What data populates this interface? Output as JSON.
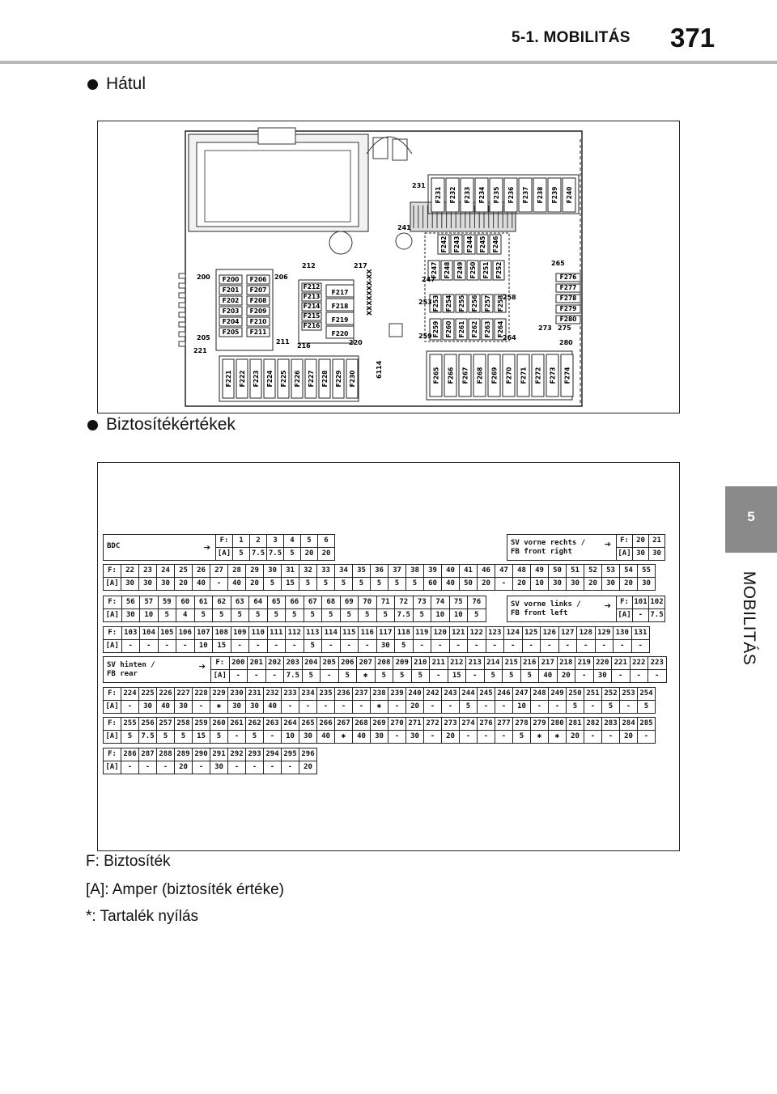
{
  "header": {
    "section_title": "5-1. MOBILITÁS",
    "page_number": "371"
  },
  "side_tab": {
    "number": "5",
    "label": "MOBILITÁS"
  },
  "sections": {
    "rear": "Hátul",
    "values": "Biztosítékértékek"
  },
  "diagram": {
    "cols_top": [
      "F231",
      "F232",
      "F233",
      "F234",
      "F235",
      "F236",
      "F237",
      "F238",
      "F239",
      "F240"
    ],
    "left_col_a": [
      "F200",
      "F201",
      "F202",
      "F203",
      "F204",
      "F205"
    ],
    "left_col_b": [
      "F206",
      "F207",
      "F208",
      "F209",
      "F210",
      "F211"
    ],
    "mid_col_a": [
      "F212",
      "F213",
      "F214",
      "F215",
      "F216"
    ],
    "mid_col_b": [
      "F217",
      "F218",
      "F219",
      "F220"
    ],
    "bottom_a": [
      "F221",
      "F222",
      "F223",
      "F224",
      "F225",
      "F226",
      "F227",
      "F228",
      "F229",
      "F230"
    ],
    "right_mid_a": [
      "F242",
      "F243",
      "F244",
      "F245",
      "F246"
    ],
    "right_mid_b": [
      "F247",
      "F248",
      "F249",
      "F250",
      "F251",
      "F252"
    ],
    "right_mid_c": [
      "F253",
      "F254",
      "F255",
      "F256",
      "F257",
      "F258"
    ],
    "right_mid_d": [
      "F259",
      "F260",
      "F261",
      "F262",
      "F263",
      "F264"
    ],
    "right_side": [
      "F276",
      "F277",
      "F278",
      "F279",
      "F280"
    ],
    "bottom_b": [
      "F265",
      "F266",
      "F267",
      "F268",
      "F269",
      "F270",
      "F271",
      "F272",
      "F273",
      "F274"
    ],
    "callouts": [
      "200",
      "205",
      "206",
      "211",
      "212",
      "217",
      "216",
      "220",
      "221",
      "231",
      "241",
      "247",
      "253",
      "258",
      "259",
      "264",
      "265",
      "273",
      "275",
      "280",
      "6114",
      "XXXXXXX-XX"
    ]
  },
  "tables": {
    "bdc": {
      "label": "BDC",
      "f": [
        "F:",
        "1",
        "2",
        "3",
        "4",
        "5",
        "6"
      ],
      "a": [
        "[A]",
        "5",
        "7.5",
        "7.5",
        "5",
        "20",
        "20"
      ]
    },
    "front_right": {
      "label": "SV vorne rechts /\nFB front right",
      "f": [
        "F:",
        "20",
        "21"
      ],
      "a": [
        "[A]",
        "30",
        "30"
      ]
    },
    "row1": {
      "f": [
        "F:",
        "22",
        "23",
        "24",
        "25",
        "26",
        "27",
        "28",
        "29",
        "30",
        "31",
        "32",
        "33",
        "34",
        "35",
        "36",
        "37",
        "38",
        "39",
        "40",
        "41",
        "46",
        "47",
        "48",
        "49",
        "50",
        "51",
        "52",
        "53",
        "54",
        "55"
      ],
      "a": [
        "[A]",
        "30",
        "30",
        "30",
        "20",
        "40",
        "-",
        "40",
        "20",
        "5",
        "15",
        "5",
        "5",
        "5",
        "5",
        "5",
        "5",
        "5",
        "60",
        "40",
        "50",
        "20",
        "-",
        "20",
        "10",
        "30",
        "30",
        "20",
        "30",
        "20",
        "30"
      ]
    },
    "row2": {
      "f": [
        "F:",
        "56",
        "57",
        "59",
        "60",
        "61",
        "62",
        "63",
        "64",
        "65",
        "66",
        "67",
        "68",
        "69",
        "70",
        "71",
        "72",
        "73",
        "74",
        "75",
        "76"
      ],
      "a": [
        "[A]",
        "30",
        "10",
        "5",
        "4",
        "5",
        "5",
        "5",
        "5",
        "5",
        "5",
        "5",
        "5",
        "5",
        "5",
        "5",
        "7.5",
        "5",
        "10",
        "10",
        "5"
      ]
    },
    "front_left": {
      "label": "SV vorne links /\nFB front left",
      "f": [
        "F:",
        "101",
        "102"
      ],
      "a": [
        "[A]",
        "-",
        "7.5"
      ]
    },
    "row3": {
      "f": [
        "F:",
        "103",
        "104",
        "105",
        "106",
        "107",
        "108",
        "109",
        "110",
        "111",
        "112",
        "113",
        "114",
        "115",
        "116",
        "117",
        "118",
        "119",
        "120",
        "121",
        "122",
        "123",
        "124",
        "125",
        "126",
        "127",
        "128",
        "129",
        "130",
        "131"
      ],
      "a": [
        "[A]",
        "-",
        "-",
        "-",
        "-",
        "10",
        "15",
        "-",
        "-",
        "-",
        "-",
        "5",
        "-",
        "-",
        "-",
        "30",
        "5",
        "-",
        "-",
        "-",
        "-",
        "-",
        "-",
        "-",
        "-",
        "-",
        "-",
        "-",
        "-",
        "-"
      ]
    },
    "rear": {
      "label": "SV hinten /\nFB rear",
      "f": [
        "F:",
        "200",
        "201",
        "202",
        "203",
        "204",
        "205",
        "206",
        "207",
        "208",
        "209",
        "210",
        "211",
        "212",
        "213",
        "214",
        "215",
        "216",
        "217",
        "218",
        "219",
        "220",
        "221",
        "222",
        "223"
      ],
      "a": [
        "[A]",
        "-",
        "-",
        "-",
        "7.5",
        "5",
        "-",
        "5",
        "✱",
        "5",
        "5",
        "5",
        "-",
        "15",
        "-",
        "5",
        "5",
        "5",
        "40",
        "20",
        "-",
        "30",
        "-",
        "-",
        "-"
      ]
    },
    "row4": {
      "f": [
        "F:",
        "224",
        "225",
        "226",
        "227",
        "228",
        "229",
        "230",
        "231",
        "232",
        "233",
        "234",
        "235",
        "236",
        "237",
        "238",
        "239",
        "240",
        "242",
        "243",
        "244",
        "245",
        "246",
        "247",
        "248",
        "249",
        "250",
        "251",
        "252",
        "253",
        "254"
      ],
      "a": [
        "[A]",
        "-",
        "30",
        "40",
        "30",
        "-",
        "✱",
        "30",
        "30",
        "40",
        "-",
        "-",
        "-",
        "-",
        "-",
        "✱",
        "-",
        "20",
        "-",
        "-",
        "5",
        "-",
        "-",
        "10",
        "-",
        "-",
        "5",
        "-",
        "5",
        "-",
        "5"
      ]
    },
    "row5": {
      "f": [
        "F:",
        "255",
        "256",
        "257",
        "258",
        "259",
        "260",
        "261",
        "262",
        "263",
        "264",
        "265",
        "266",
        "267",
        "268",
        "269",
        "270",
        "271",
        "272",
        "273",
        "274",
        "276",
        "277",
        "278",
        "279",
        "280",
        "281",
        "282",
        "283",
        "284",
        "285"
      ],
      "a": [
        "[A]",
        "5",
        "7.5",
        "5",
        "5",
        "15",
        "5",
        "-",
        "5",
        "-",
        "10",
        "30",
        "40",
        "✱",
        "40",
        "30",
        "-",
        "30",
        "-",
        "20",
        "-",
        "-",
        "-",
        "5",
        "✱",
        "✱",
        "20",
        "-",
        "-",
        "20",
        "-"
      ]
    },
    "row6": {
      "f": [
        "F:",
        "286",
        "287",
        "288",
        "289",
        "290",
        "291",
        "292",
        "293",
        "294",
        "295",
        "296"
      ],
      "a": [
        "[A]",
        "-",
        "-",
        "-",
        "20",
        "-",
        "30",
        "-",
        "-",
        "-",
        "-",
        "20"
      ]
    }
  },
  "legend": {
    "f": "F: Biztosíték",
    "a": "[A]: Amper (biztosíték értéke)",
    "star": "*: Tartalék nyílás"
  }
}
